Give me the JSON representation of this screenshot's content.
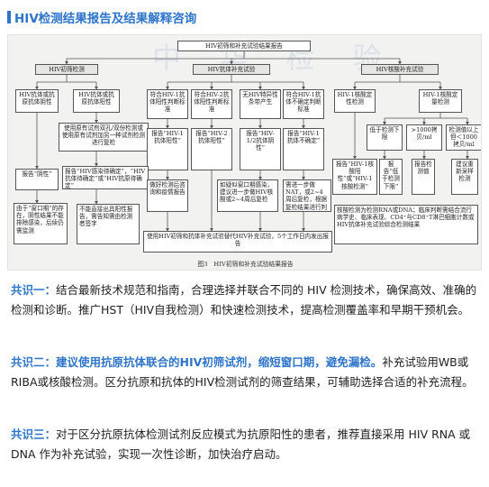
{
  "header": {
    "title": "HIV检测结果报告及结果解释咨询"
  },
  "figure": {
    "watermark": "中 华 检 验",
    "caption": "图3　HIV初筛和补充试验结果报告",
    "boxes": {
      "top": "HIV初筛和补充试验结果报告",
      "screen": "HIV初筛检测",
      "antiab": "HIV抗体补充试验",
      "nucleic": "HIV核酸补充试验",
      "s_neg": "HIV抗体或抗原抗体阴性",
      "s_pos": "HIV抗体或抗原抗体阳性",
      "a_pos": "符合HIV-1抗体阳性判断标准",
      "a_pos2": "符合HIV-2抗体阳性判断标准",
      "a_neg": "无HIV特异性条带产生",
      "a_ind": "符合HIV-1抗体不确定判断标准",
      "n_qual": "HIV-1核酸定性检测",
      "n_quant": "HIV-1核酸定量检测",
      "rep_neg": "报告“阴性”",
      "same_reagent": "使用原有试剂双孔/双份检测或使用原有试剂加另一种试剂检测进行复检",
      "r_pos1": "报告“HIV-1抗体阳性”",
      "r_pos2": "报告“HIV-2抗体阳性”",
      "r_neg12": "报告“HIV-1/2抗体阴性”",
      "r_ind": "报告“HIV-1抗体不确定”",
      "rep_infect": "报告“HIV感染待确定”，“HIV抗体待确定”或“HIV抗原待确定”",
      "window": "由于“窗口期”的存在，阴性结果不能排除感染，后续仍需监测",
      "cannot_report": "不能直接出具阳性报告，需告知需由检测者签字",
      "consult": "做好检测后咨询和疫情报告",
      "suspect": "如疑似窗口期感染，建议进一步做HIV核酸或2~4周后复检",
      "further": "需进一步做NAT，或2~4周后复检，根据复检结果进行判断",
      "final": "使用HIV初筛和抗体补充试验替代HIV补充试验，5个工作日内发出报告",
      "q_low": "低于检测下限",
      "q_gt": ">1000拷贝/ml",
      "q_mid": "检测值以上但＜1000拷贝/ml",
      "qr_pos": "报告“HIV-1核酸阳性”或“HIV-1核酸检测”",
      "qr_low": "报告“低于检测下限”",
      "qr_retest": "报告检测值",
      "qr_resample": "建议重新采样检测",
      "nucleic_note": "核酸检测为检测RNA或DNA；临床判断需结合流行病学史、临床表现、CD4⁺与CD8⁺T淋巴细胞计数或HIV抗体补充试验综合检测结果"
    }
  },
  "points": [
    {
      "label": "共识一：",
      "highlight": "",
      "text": "结合最新技术规范和指南，合理选择并联合不同的 HIV 检测技术，确保高效、准确的检测和诊断。推广HST（HIV自我检测）和快速检测技术，提高检测覆盖率和早期干预机会。"
    },
    {
      "label": "共识二：",
      "highlight": "建议使用抗原抗体联合的HIV初筛试剂，缩短窗口期，避免漏检。",
      "text": "补充试验用WB或RIBA或核酸检测。区分抗原和抗体的HIV检测试剂的筛查结果，可辅助选择合适的补充流程。"
    },
    {
      "label": "共识三：",
      "highlight": "",
      "text": "对于区分抗原抗体检测试剂反应模式为抗原阳性的患者，推荐直接采用 HIV RNA 或DNA 作为补充试验，实现一次性诊断，加快治疗启动。"
    }
  ]
}
